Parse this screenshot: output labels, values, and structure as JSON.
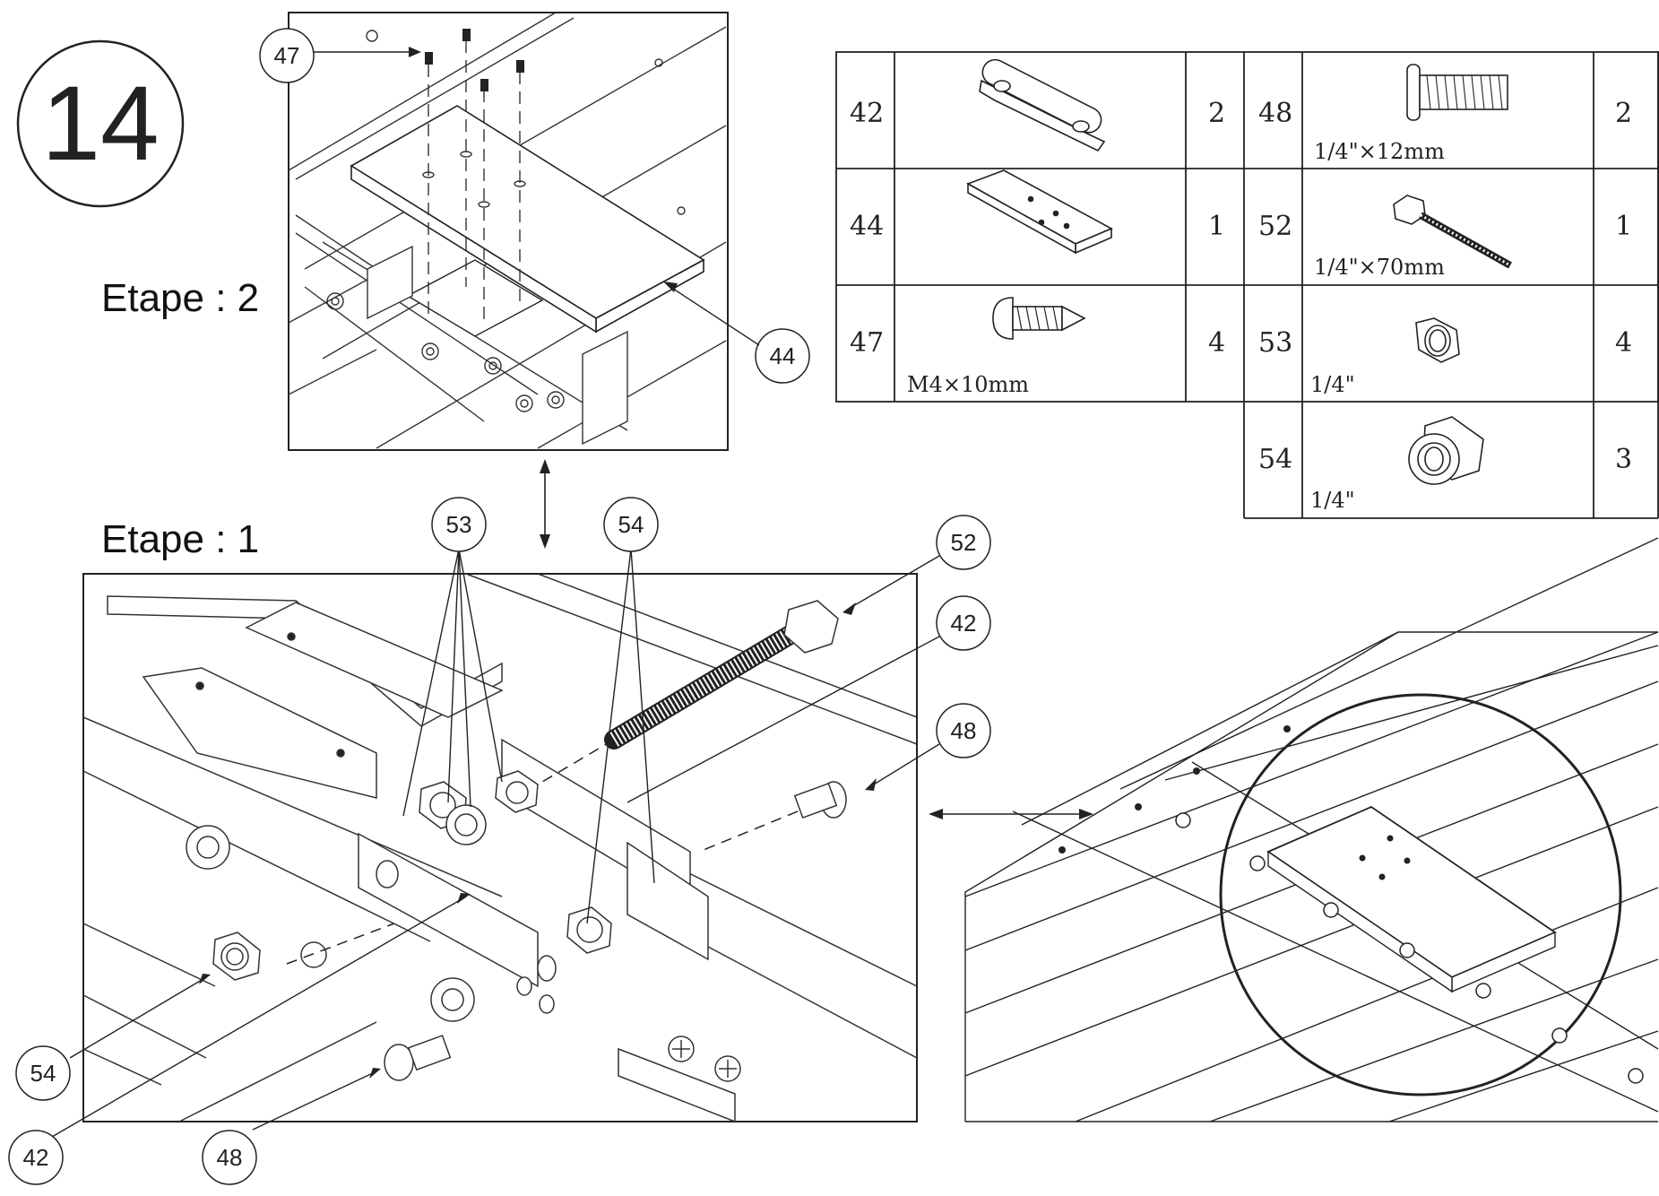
{
  "step_number": "14",
  "steps": {
    "step2_label": "Etape : 2",
    "step1_label": "Etape : 1"
  },
  "parts_table": {
    "rows": [
      {
        "left": {
          "id": "42",
          "icon": "flat-link-plate",
          "spec": "",
          "qty": "2"
        },
        "right": {
          "id": "48",
          "icon": "button-head-screw",
          "spec": "1/4\"×12mm",
          "qty": "2"
        }
      },
      {
        "left": {
          "id": "44",
          "icon": "flat-plate-four-holes",
          "spec": "",
          "qty": "1"
        },
        "right": {
          "id": "52",
          "icon": "long-hex-bolt",
          "spec": "1/4\"×70mm",
          "qty": "1"
        }
      },
      {
        "left": {
          "id": "47",
          "icon": "self-tapping-screw",
          "spec": "M4×10mm",
          "qty": "4"
        },
        "right": {
          "id": "53",
          "icon": "hex-nut",
          "spec": "1/4\"",
          "qty": "4"
        }
      },
      {
        "left": null,
        "right": {
          "id": "54",
          "icon": "nylon-lock-nut",
          "spec": "1/4\"",
          "qty": "3"
        }
      }
    ]
  },
  "callouts": {
    "step2": [
      "47",
      "44"
    ],
    "step1": [
      "53",
      "54",
      "52",
      "42",
      "48",
      "54",
      "42",
      "48"
    ]
  }
}
